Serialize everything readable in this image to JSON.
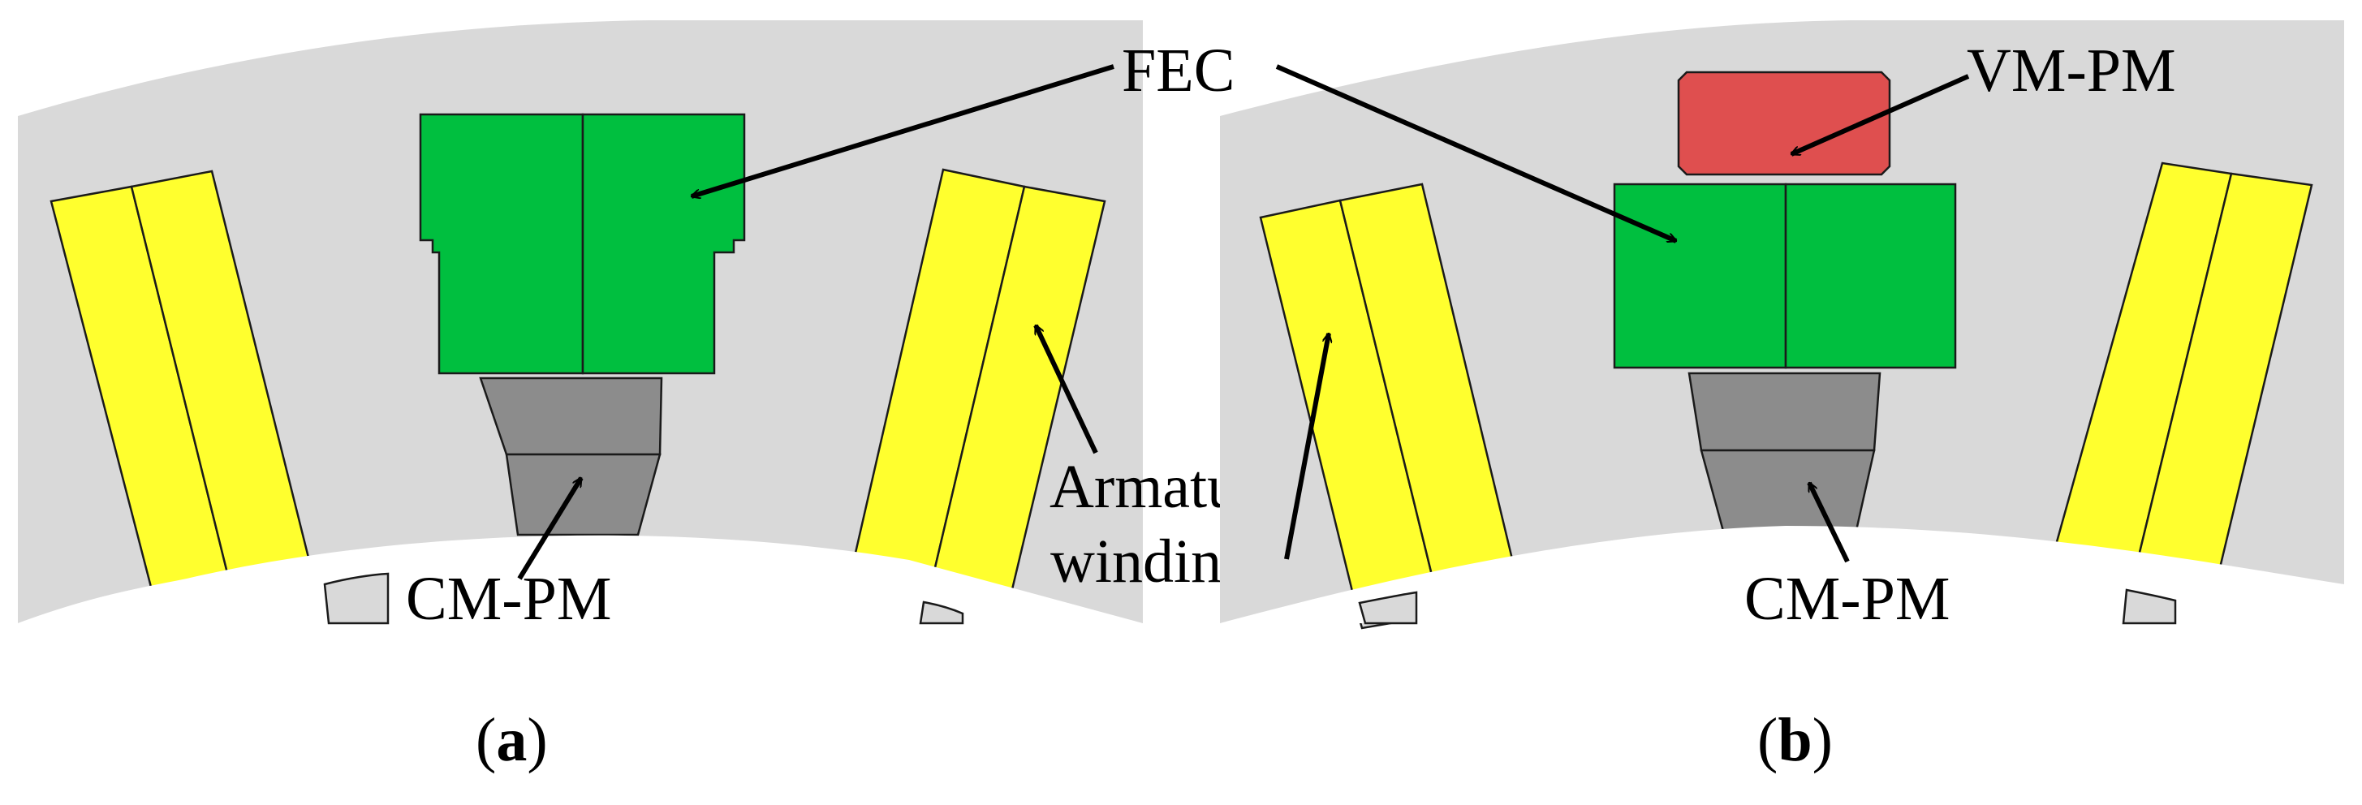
{
  "colors": {
    "iron": "#d9d9d9",
    "winding": "#ffff2e",
    "fec": "#00bf3f",
    "cm_pm": "#8c8c8c",
    "vm_pm": "#df4f4f",
    "outline": "#1a1a1a",
    "background": "#ffffff"
  },
  "panel_a": {
    "labels": {
      "fec": "FEC",
      "cm_pm": "CM-PM",
      "armature_line1": "Armature",
      "armature_line2": "windings"
    },
    "caption": {
      "open": "(",
      "letter": "a",
      "close": ")"
    }
  },
  "panel_b": {
    "labels": {
      "vm_pm": "VM-PM",
      "cm_pm": "CM-PM"
    },
    "caption": {
      "open": "(",
      "letter": "b",
      "close": ")"
    }
  }
}
